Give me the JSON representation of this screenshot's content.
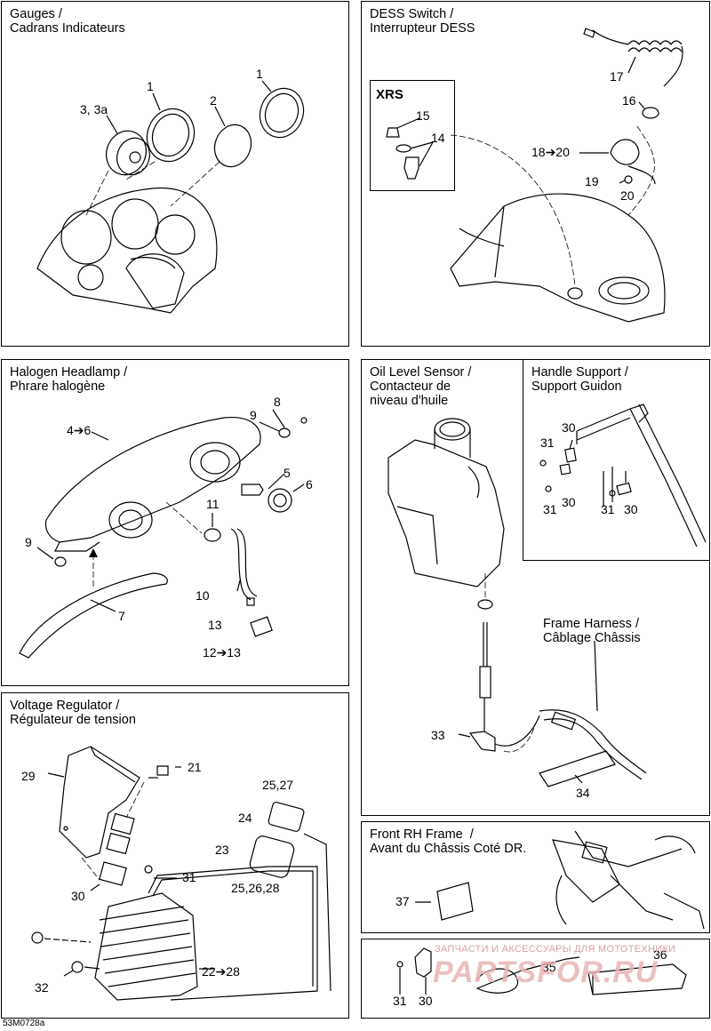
{
  "document_code": "53M0728a",
  "panels": {
    "gauges": {
      "title": "Gauges /\nCadrans Indicateurs",
      "callouts": [
        "1",
        "1",
        "2",
        "3, 3a"
      ]
    },
    "dess": {
      "title": "DESS Switch /\nInterrupteur DESS",
      "inset_title": "XRS",
      "callouts": [
        "15",
        "14",
        "17",
        "16",
        "18➔20",
        "19",
        "20"
      ]
    },
    "headlamp": {
      "title": "Halogen Headlamp /\nPhrare halogène",
      "callouts": [
        "8",
        "9",
        "4➔6",
        "5",
        "6",
        "11",
        "9",
        "10",
        "7",
        "13",
        "12➔13"
      ]
    },
    "oil": {
      "title": "Oil Level Sensor /\nContacteur de\nniveau d'huile",
      "callouts": [
        "33",
        "34"
      ]
    },
    "handle": {
      "title": "Handle Support /\nSupport Guidon",
      "callouts": [
        "30",
        "31",
        "30",
        "31",
        "31",
        "30"
      ]
    },
    "harness": {
      "title": "Frame Harness /\nCâblage Châssis"
    },
    "voltage": {
      "title": "Voltage Regulator /\nRégulateur de tension",
      "callouts": [
        "29",
        "21",
        "25,27",
        "24",
        "23",
        "25,26,28",
        "31",
        "30",
        "22➔28",
        "32"
      ]
    },
    "frontrh": {
      "title": "Front RH Frame  /\nAvant du Châssis Coté DR.",
      "callouts": [
        "37"
      ]
    },
    "misc": {
      "callouts": [
        "31",
        "30",
        "35",
        "36"
      ]
    }
  },
  "watermark": {
    "subtitle": "ЗАПЧАСТИ И АКСЕССУАРЫ ДЛЯ МОТОТЕХНИКИ",
    "logo": "PARTSFOR.RU",
    "color": "#e0a0a0"
  }
}
